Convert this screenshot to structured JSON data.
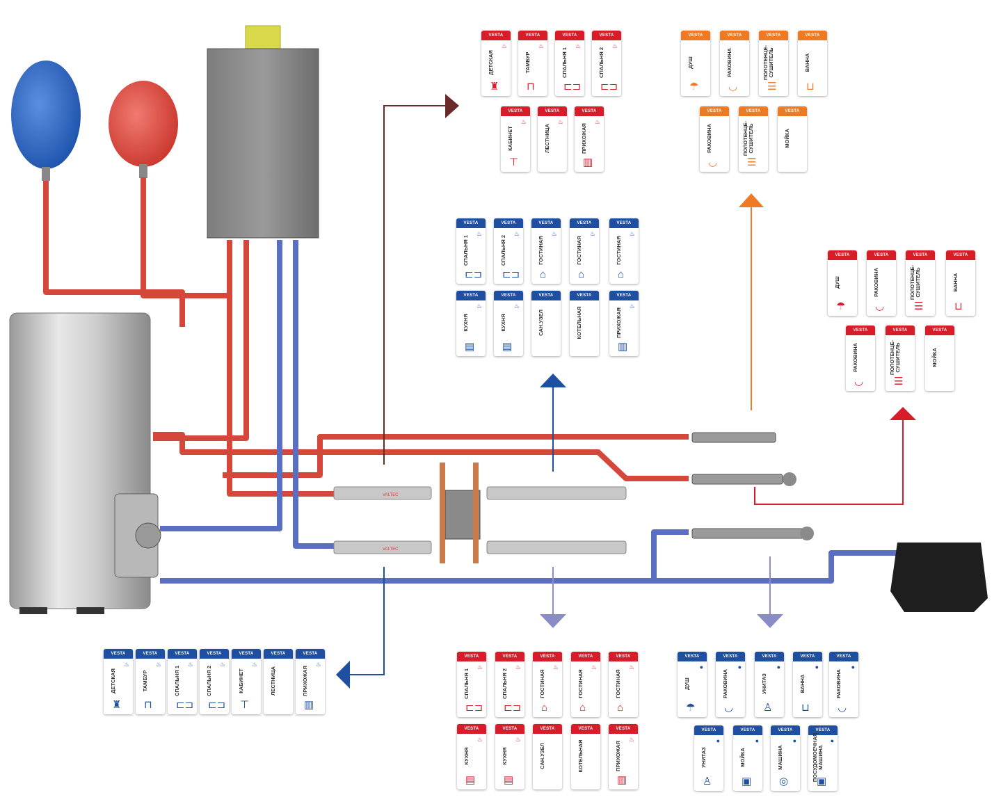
{
  "brand": "VESTA",
  "colors": {
    "heating_supply": "#d5473a",
    "heating_dark": "#a43a34",
    "cold_water": "#5b6fc2",
    "blue_tag": "#1f4fa0",
    "red_tag": "#d71c2a",
    "orange_tag": "#ee7a23",
    "arrow_maroon": "#6b2a2a",
    "arrow_lavender": "#8a8cc8"
  },
  "manifold_label": "VALTEC",
  "groups": [
    {
      "id": "heat-floor-red",
      "color": "red",
      "tags": [
        {
          "label": "ДЕТСКАЯ",
          "icon": "kids-icon",
          "flame": true
        },
        {
          "label": "ТАМБУР",
          "icon": "hallway-icon",
          "flame": true
        },
        {
          "label": "СПАЛЬНЯ 1",
          "icon": "bed-icon",
          "flame": true
        },
        {
          "label": "СПАЛЬНЯ 2",
          "icon": "bed-icon",
          "flame": true
        },
        {
          "label": "КАБИНЕТ",
          "icon": "desk-icon",
          "flame": true
        },
        {
          "label": "ЛЕСТНИЦА",
          "icon": "",
          "flame": true
        },
        {
          "label": "ПРИХОЖАЯ",
          "icon": "wardrobe-icon",
          "flame": true
        }
      ]
    },
    {
      "id": "hot-water-orange",
      "color": "orange",
      "tags": [
        {
          "label": "ДУШ",
          "icon": "shower-icon",
          "flame": false
        },
        {
          "label": "РАКОВИНА",
          "icon": "sink-icon",
          "flame": false
        },
        {
          "label": "ПОЛОТЕНЦЕ-СУШИТЕЛЬ",
          "icon": "towel-rail-icon",
          "flame": false
        },
        {
          "label": "ВАННА",
          "icon": "bathtub-icon",
          "flame": false
        },
        {
          "label": "РАКОВИНА",
          "icon": "sink-icon",
          "flame": false
        },
        {
          "label": "ПОЛОТЕНЦЕ-СУШИТЕЛЬ",
          "icon": "towel-rail-icon",
          "flame": false
        },
        {
          "label": "МОЙКА",
          "icon": "",
          "flame": false
        }
      ]
    },
    {
      "id": "radiator-supply-blue",
      "color": "blue",
      "tags": [
        {
          "label": "СПАЛЬНЯ 1",
          "icon": "bed-icon",
          "flame": true
        },
        {
          "label": "СПАЛЬНЯ 2",
          "icon": "bed-icon",
          "flame": true
        },
        {
          "label": "ГОСТИНАЯ",
          "icon": "sofa-icon",
          "flame": true
        },
        {
          "label": "ГОСТИНАЯ",
          "icon": "sofa-icon",
          "flame": true
        },
        {
          "label": "ГОСТИНАЯ",
          "icon": "sofa-icon",
          "flame": true
        },
        {
          "label": "КУХНЯ",
          "icon": "kitchen-icon",
          "flame": true
        },
        {
          "label": "КУХНЯ",
          "icon": "kitchen-icon",
          "flame": true
        },
        {
          "label": "САН.УЗЕЛ",
          "icon": "",
          "flame": false
        },
        {
          "label": "КОТЕЛЬНАЯ",
          "icon": "",
          "flame": false
        },
        {
          "label": "ПРИХОЖАЯ",
          "icon": "wardrobe-icon",
          "flame": true
        }
      ]
    },
    {
      "id": "hot-water-red",
      "color": "red",
      "tags": [
        {
          "label": "ДУШ",
          "icon": "shower-icon",
          "flame": false
        },
        {
          "label": "РАКОВИНА",
          "icon": "sink-icon",
          "flame": false
        },
        {
          "label": "ПОЛОТЕНЦЕ-СУШИТЕЛЬ",
          "icon": "towel-rail-icon",
          "flame": false
        },
        {
          "label": "ВАННА",
          "icon": "bathtub-icon",
          "flame": false
        },
        {
          "label": "РАКОВИНА",
          "icon": "sink-icon",
          "flame": false
        },
        {
          "label": "ПОЛОТЕНЦЕ-СУШИТЕЛЬ",
          "icon": "towel-rail-icon",
          "flame": false
        },
        {
          "label": "МОЙКА",
          "icon": "",
          "flame": false
        }
      ]
    },
    {
      "id": "heat-floor-blue",
      "color": "blue",
      "tags": [
        {
          "label": "ДЕТСКАЯ",
          "icon": "kids-icon",
          "flame": true
        },
        {
          "label": "ТАМБУР",
          "icon": "hallway-icon",
          "flame": true
        },
        {
          "label": "СПАЛЬНЯ 1",
          "icon": "bed-icon",
          "flame": true
        },
        {
          "label": "СПАЛЬНЯ 2",
          "icon": "bed-icon",
          "flame": true
        },
        {
          "label": "КАБИНЕТ",
          "icon": "desk-icon",
          "flame": true
        },
        {
          "label": "ЛЕСТНИЦА",
          "icon": "",
          "flame": false
        },
        {
          "label": "ПРИХОЖАЯ",
          "icon": "wardrobe-icon",
          "flame": true
        }
      ]
    },
    {
      "id": "radiator-return-red",
      "color": "red",
      "tags": [
        {
          "label": "СПАЛЬНЯ 1",
          "icon": "bed-icon",
          "flame": true
        },
        {
          "label": "СПАЛЬНЯ 2",
          "icon": "bed-icon",
          "flame": true
        },
        {
          "label": "ГОСТИНАЯ",
          "icon": "sofa-icon",
          "flame": true
        },
        {
          "label": "ГОСТИНАЯ",
          "icon": "sofa-icon",
          "flame": true
        },
        {
          "label": "ГОСТИНАЯ",
          "icon": "sofa-icon",
          "flame": true
        },
        {
          "label": "КУХНЯ",
          "icon": "kitchen-icon",
          "flame": true
        },
        {
          "label": "КУХНЯ",
          "icon": "kitchen-icon",
          "flame": true
        },
        {
          "label": "САН.УЗЕЛ",
          "icon": "",
          "flame": false
        },
        {
          "label": "КОТЕЛЬНАЯ",
          "icon": "",
          "flame": false
        },
        {
          "label": "ПРИХОЖАЯ",
          "icon": "wardrobe-icon",
          "flame": true
        }
      ]
    },
    {
      "id": "cold-water-blue",
      "color": "blue",
      "tags": [
        {
          "label": "ДУШ",
          "icon": "shower-icon",
          "drop": true
        },
        {
          "label": "РАКОВИНА",
          "icon": "sink-icon",
          "drop": true
        },
        {
          "label": "УНИТАЗ",
          "icon": "toilet-icon",
          "drop": true
        },
        {
          "label": "ВАННА",
          "icon": "bathtub-icon",
          "drop": true
        },
        {
          "label": "РАКОВИНА",
          "icon": "sink-icon",
          "drop": true
        },
        {
          "label": "УНИТАЗ",
          "icon": "toilet-icon",
          "drop": true
        },
        {
          "label": "МОЙКА",
          "icon": "dishwasher-icon",
          "drop": true
        },
        {
          "label": "МАШИНА",
          "icon": "washing-machine-icon",
          "drop": true
        },
        {
          "label": "ПОСУДОМОЕЧНАЯ МАШИНА",
          "icon": "dishwasher-icon",
          "drop": true
        }
      ]
    }
  ]
}
